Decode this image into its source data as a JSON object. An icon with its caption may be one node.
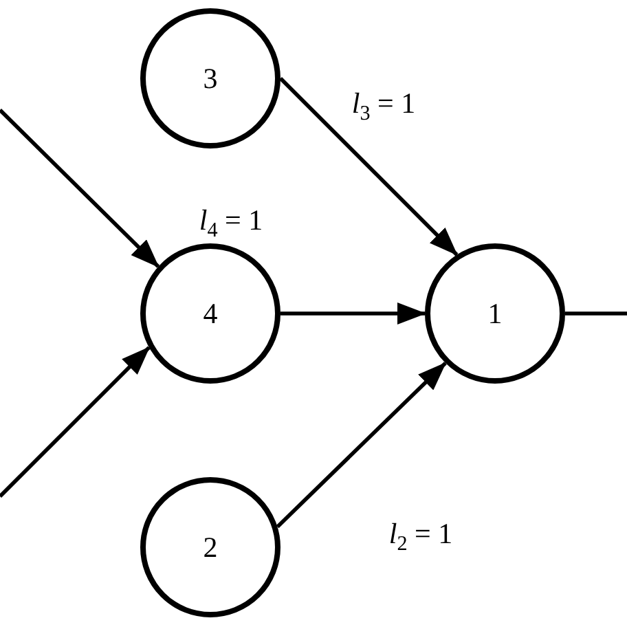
{
  "diagram": {
    "nodes": [
      {
        "text": [
          "3"
        ]
      },
      {
        "text": [
          "4"
        ],
        "beside": [
          "*l*$_{4}$ = 1"
        ]
      },
      {
        "text": [
          "1"
        ]
      },
      {
        "text": [
          "2"
        ]
      }
    ],
    "edges": [
      {
        "from": null,
        "to": 1,
        "arrow": "to"
      },
      {
        "from": null,
        "to": 1,
        "arrow": "to"
      },
      {
        "from": 1,
        "to": 2,
        "arrow": "to"
      },
      {
        "from": 0,
        "to": 2,
        "arrow": "to",
        "label": "*l*$_{3}$ = 1"
      },
      {
        "from": 3,
        "to": 2,
        "arrow": "to",
        "label": "*l*$_{2}$ = 1"
      },
      {
        "from": 2,
        "to": null,
        "arrow": "none"
      }
    ]
  }
}
